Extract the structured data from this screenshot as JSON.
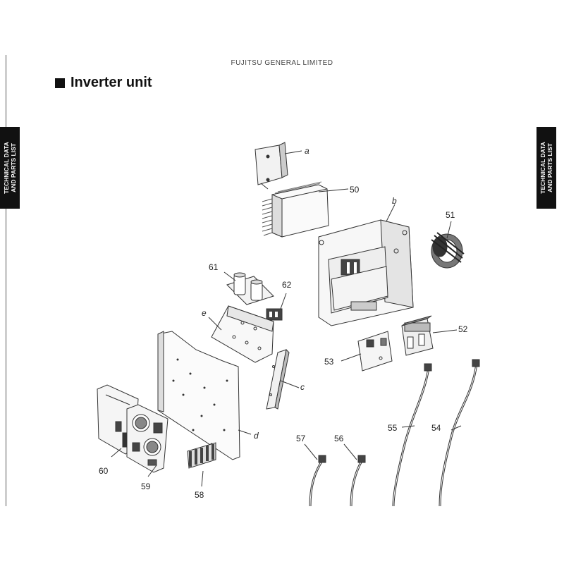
{
  "header": "FUJITSU GENERAL LIMITED",
  "title": "Inverter unit",
  "side_tab": {
    "line1": "TECHNICAL DATA",
    "line2": "AND PARTS LIST"
  },
  "labels": {
    "a": "a",
    "b": "b",
    "c": "c",
    "d": "d",
    "e": "e",
    "p50": "50",
    "p51": "51",
    "p52": "52",
    "p53": "53",
    "p54": "54",
    "p55": "55",
    "p56": "56",
    "p57": "57",
    "p58": "58",
    "p59": "59",
    "p60": "60",
    "p61": "61",
    "p62": "62"
  }
}
